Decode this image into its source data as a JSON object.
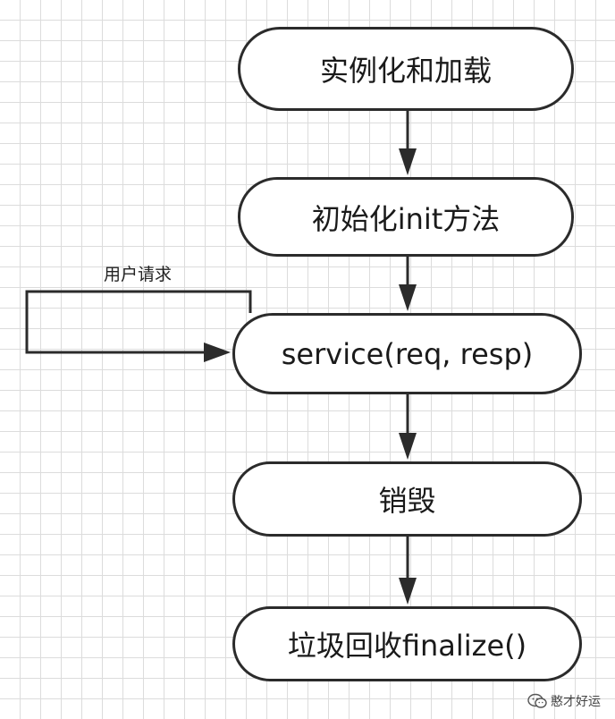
{
  "diagram": {
    "nodes": [
      {
        "id": "instantiate",
        "label": "实例化和加载"
      },
      {
        "id": "init",
        "label": "初始化init方法"
      },
      {
        "id": "service",
        "label": "service(req, resp)"
      },
      {
        "id": "destroy",
        "label": "销毁"
      },
      {
        "id": "gc",
        "label": "垃圾回收finalize()"
      }
    ],
    "edges": [
      {
        "from": "instantiate",
        "to": "init"
      },
      {
        "from": "init",
        "to": "service"
      },
      {
        "from": "service",
        "to": "destroy"
      },
      {
        "from": "destroy",
        "to": "gc"
      },
      {
        "from": "user-request",
        "to": "service",
        "label": "用户请求"
      }
    ],
    "loop_label": "用户请求"
  },
  "watermark": {
    "text": "憨才好运",
    "icon": "wechat-icon"
  },
  "colors": {
    "stroke": "#2b2b2b",
    "grid": "#dcdcdc"
  }
}
